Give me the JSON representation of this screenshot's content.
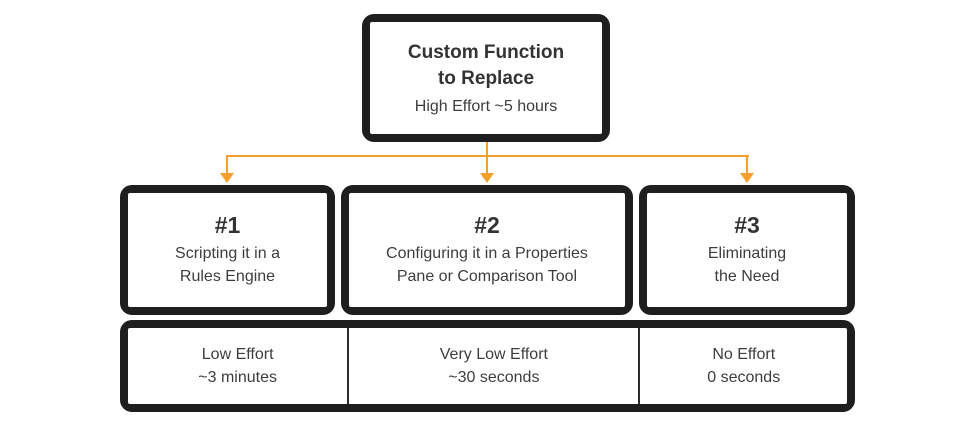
{
  "diagram": {
    "root": {
      "title": "Custom Function\nto Replace",
      "subtitle": "High Effort ~5 hours"
    },
    "options": [
      {
        "number": "#1",
        "label": "Scripting it in a\nRules Engine"
      },
      {
        "number": "#2",
        "label": "Configuring it in a Properties\nPane or Comparison Tool"
      },
      {
        "number": "#3",
        "label": "Eliminating\nthe Need"
      }
    ],
    "efforts": [
      {
        "text": "Low Effort\n~3 minutes"
      },
      {
        "text": "Very Low Effort\n~30 seconds"
      },
      {
        "text": "No Effort\n0 seconds"
      }
    ],
    "colors": {
      "accent": "#f5a02d",
      "frame": "#1e1e1e",
      "text": "#3d3d3d"
    }
  }
}
